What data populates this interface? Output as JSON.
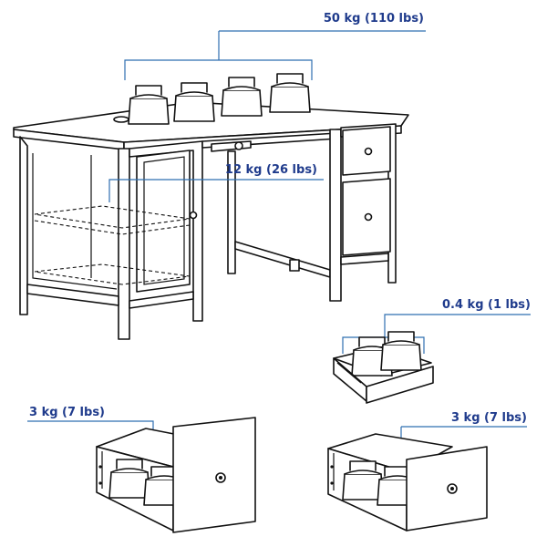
{
  "labels": {
    "desk_top": "50 kg (110 lbs)",
    "shelf": "12 kg (26 lbs)",
    "small_drawer": "0.4 kg (1 lbs)",
    "large_drawer_left": "3 kg (7 lbs)",
    "large_drawer_right": "3 kg (7 lbs)"
  },
  "colors": {
    "label_text": "#1f3b8c",
    "leader_line": "#2f6fb0",
    "outline": "#111111"
  },
  "icons": {
    "weight": "kettlebell-weight-icon",
    "knob": "drawer-knob-icon"
  }
}
